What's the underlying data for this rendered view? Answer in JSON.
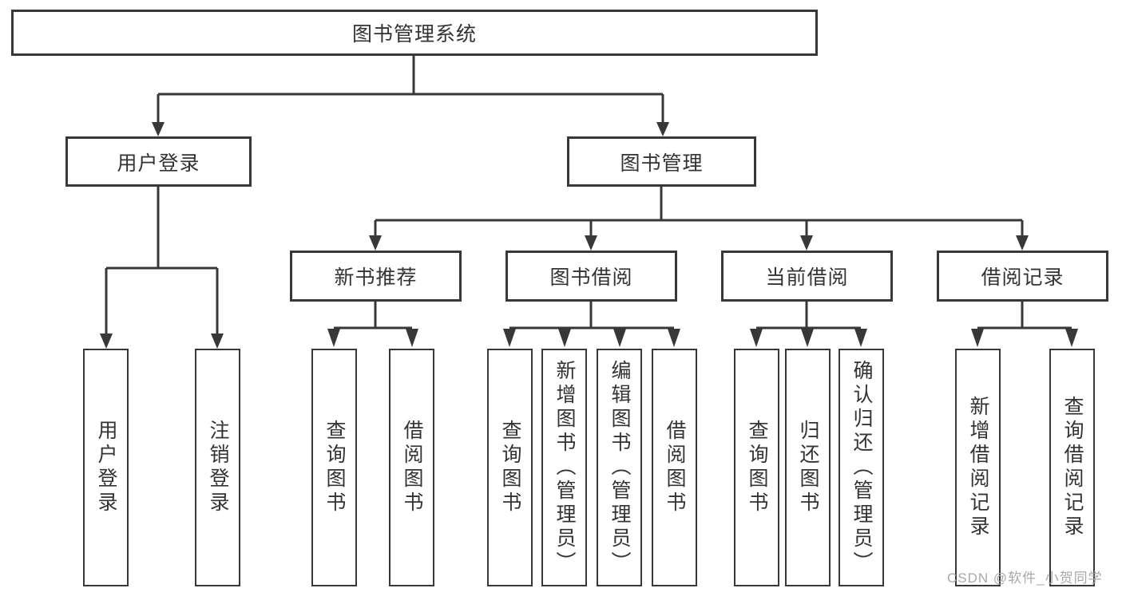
{
  "diagram": {
    "root": {
      "label": "图书管理系统"
    },
    "branches": {
      "user_login": {
        "label": "用户登录",
        "children": [
          {
            "label": "用户登录"
          },
          {
            "label": "注销登录"
          }
        ]
      },
      "book_management": {
        "label": "图书管理",
        "sections": [
          {
            "label": "新书推荐",
            "children": [
              {
                "label": "查询图书"
              },
              {
                "label": "借阅图书"
              }
            ]
          },
          {
            "label": "图书借阅",
            "children": [
              {
                "label": "查询图书"
              },
              {
                "label": "新增图书（管理员）"
              },
              {
                "label": "编辑图书（管理员）"
              },
              {
                "label": "借阅图书"
              }
            ]
          },
          {
            "label": "当前借阅",
            "children": [
              {
                "label": "查询图书"
              },
              {
                "label": "归还图书"
              },
              {
                "label": "确认归还（管理员）"
              }
            ]
          },
          {
            "label": "借阅记录",
            "children": [
              {
                "label": "新增借阅记录"
              },
              {
                "label": "查询借阅记录"
              }
            ]
          }
        ]
      }
    }
  },
  "watermark": {
    "text": "CSDN @软件_小贺同学"
  },
  "colors": {
    "line": "#383838",
    "box_border": "#383838",
    "box_background": "#ffffff",
    "label_text": "#333333",
    "watermark_text": "#a9a9a9",
    "page_background": "#ffffff"
  }
}
